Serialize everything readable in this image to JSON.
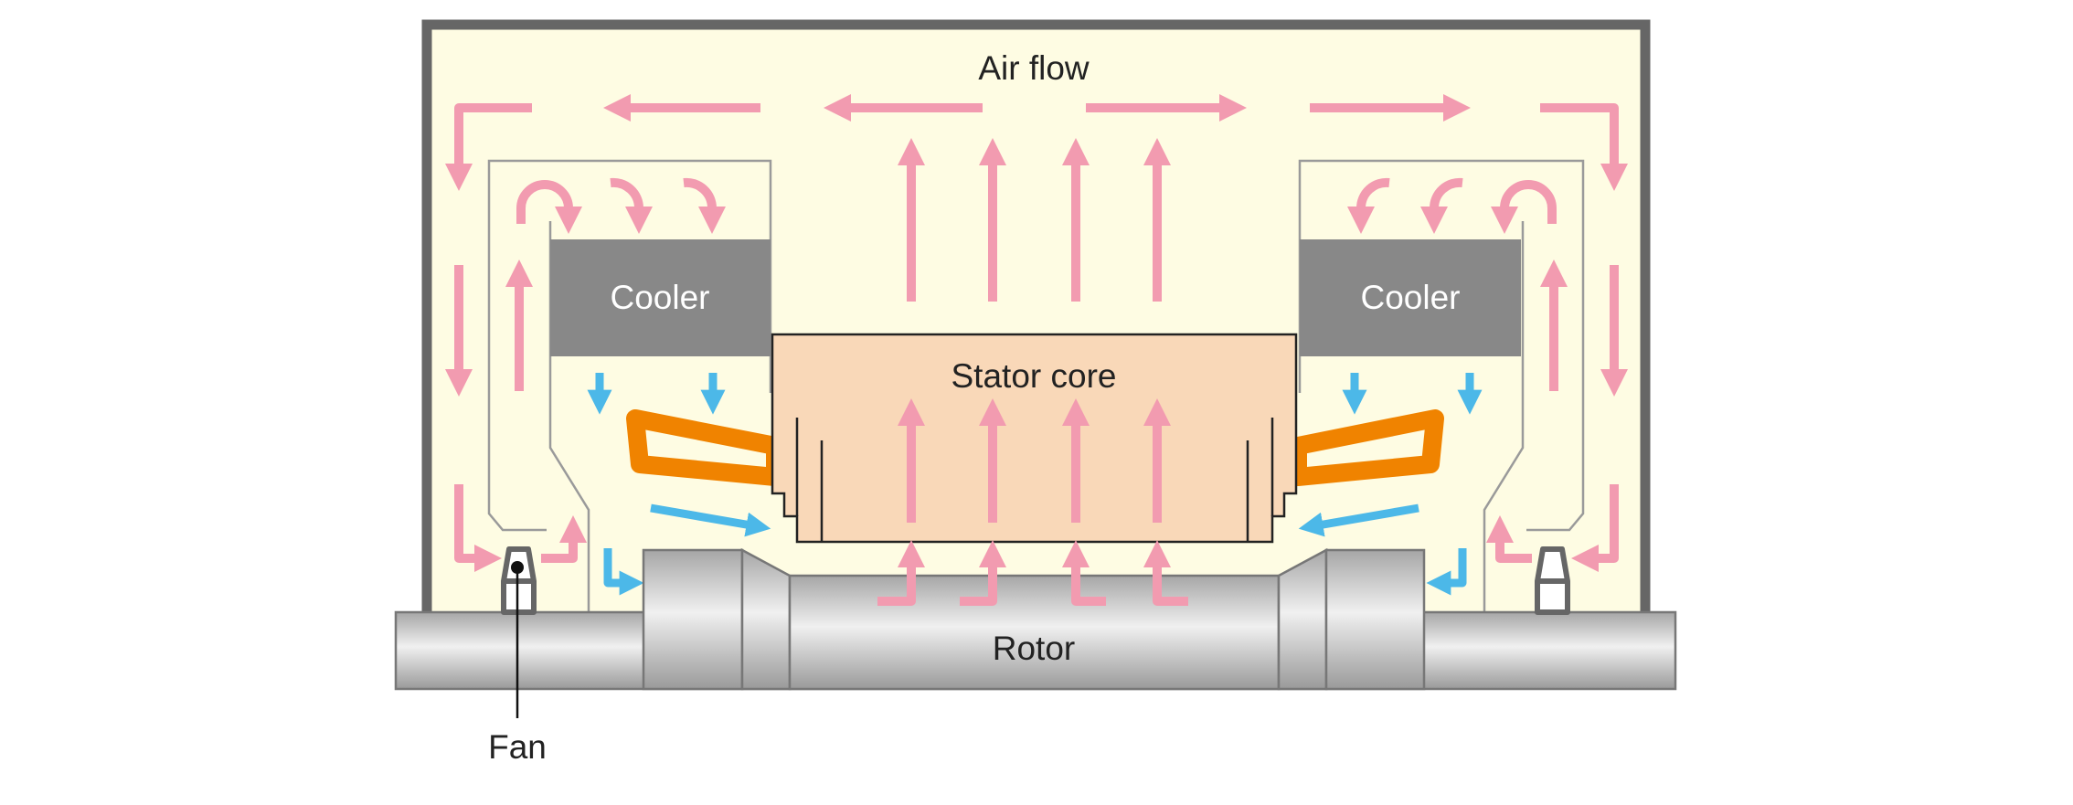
{
  "labels": {
    "air_flow": "Air flow",
    "cooler_left": "Cooler",
    "cooler_right": "Cooler",
    "stator_core": "Stator core",
    "rotor": "Rotor",
    "fan": "Fan"
  },
  "colors": {
    "housing_fill": "#fefce3",
    "housing_border": "#666666",
    "cooler": "#888888",
    "stator_fill": "#f9d8b8",
    "coil": "#f08300",
    "warm_air": "#f29bb0",
    "cool_air": "#4cb8e8",
    "duct": "#9a9a9a"
  }
}
